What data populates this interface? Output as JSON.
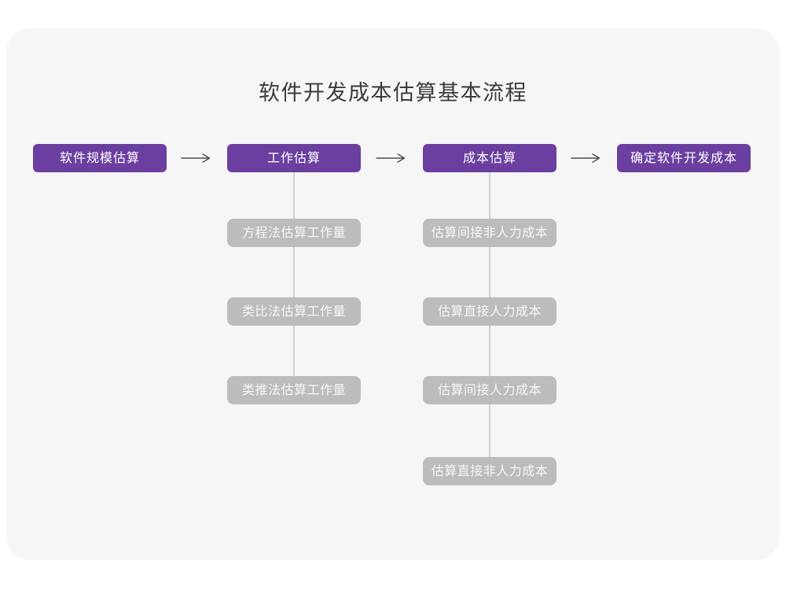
{
  "title": "软件开发成本估算基本流程",
  "colors": {
    "panelBg": "#f6f6f6",
    "titleColor": "#3b3b3b",
    "nodePurple": "#6b3fa0",
    "nodeText": "#ffffff",
    "nodeGray": "#bcbcbc",
    "subText": "#f7f7f7",
    "connector": "#cfcfcf",
    "arrowColor": "#4d4d4d"
  },
  "stages": [
    "软件规模估算",
    "工作估算",
    "成本估算",
    "确定软件开发成本"
  ],
  "branches": {
    "work": {
      "parent": "工作估算",
      "items": [
        "方程法估算工作量",
        "类比法估算工作量",
        "类推法估算工作量"
      ]
    },
    "cost": {
      "parent": "成本估算",
      "items": [
        "估算间接非人力成本",
        "估算直接人力成本",
        "估算间接人力成本",
        "估算直接非人力成本"
      ]
    }
  }
}
